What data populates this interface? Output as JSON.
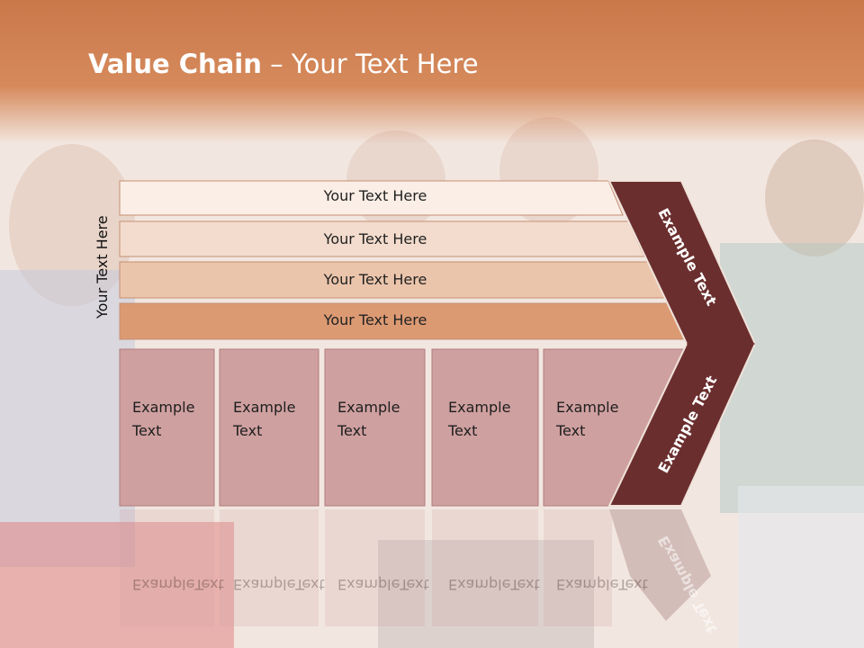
{
  "slide": {
    "title_bold": "Value Chain",
    "title_rest": " – Your Text Here",
    "side_label": "Your Text Here"
  },
  "bands": [
    {
      "label": "Your Text Here",
      "color": "#fbeee6"
    },
    {
      "label": "Your Text Here",
      "color": "#f3dccd"
    },
    {
      "label": "Your Text Here",
      "color": "#ebc5ab"
    },
    {
      "label": "Your Text Here",
      "color": "#dc9a73"
    }
  ],
  "cells": [
    {
      "line1": "Example",
      "line2": "Text"
    },
    {
      "line1": "Example",
      "line2": "Text"
    },
    {
      "line1": "Example",
      "line2": "Text"
    },
    {
      "line1": "Example",
      "line2": "Text"
    },
    {
      "line1": "Example",
      "line2": "Text"
    }
  ],
  "chevron": {
    "top_label": "Example Text",
    "bottom_label": "Example Text",
    "color": "#6b2e2e"
  },
  "colors": {
    "header": "#c9784a",
    "cell_fill": "#cfa0a0",
    "cell_border": "#b07b7b"
  }
}
